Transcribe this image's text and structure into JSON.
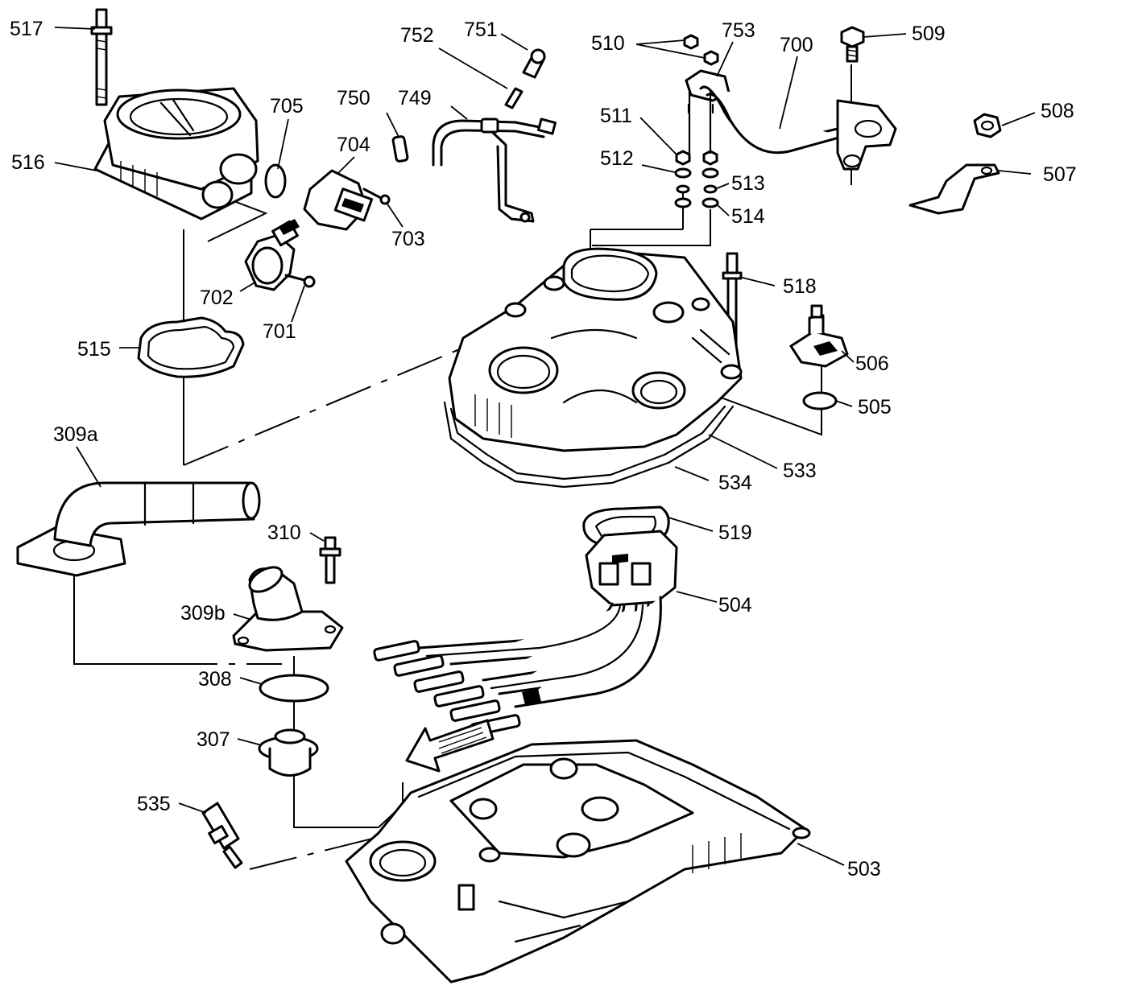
{
  "diagram": {
    "callouts": [
      {
        "id": "c517",
        "label": "517"
      },
      {
        "id": "c516",
        "label": "516"
      },
      {
        "id": "c705",
        "label": "705"
      },
      {
        "id": "c704",
        "label": "704"
      },
      {
        "id": "c703",
        "label": "703"
      },
      {
        "id": "c702",
        "label": "702"
      },
      {
        "id": "c701",
        "label": "701"
      },
      {
        "id": "c515",
        "label": "515"
      },
      {
        "id": "c750",
        "label": "750"
      },
      {
        "id": "c749",
        "label": "749"
      },
      {
        "id": "c752",
        "label": "752"
      },
      {
        "id": "c751",
        "label": "751"
      },
      {
        "id": "c510",
        "label": "510"
      },
      {
        "id": "c753",
        "label": "753"
      },
      {
        "id": "c700",
        "label": "700"
      },
      {
        "id": "c509",
        "label": "509"
      },
      {
        "id": "c508",
        "label": "508"
      },
      {
        "id": "c507",
        "label": "507"
      },
      {
        "id": "c511",
        "label": "511"
      },
      {
        "id": "c512",
        "label": "512"
      },
      {
        "id": "c513",
        "label": "513"
      },
      {
        "id": "c514",
        "label": "514"
      },
      {
        "id": "c518",
        "label": "518"
      },
      {
        "id": "c506",
        "label": "506"
      },
      {
        "id": "c505",
        "label": "505"
      },
      {
        "id": "c533",
        "label": "533"
      },
      {
        "id": "c534",
        "label": "534"
      },
      {
        "id": "c519",
        "label": "519"
      },
      {
        "id": "c504",
        "label": "504"
      },
      {
        "id": "c309a",
        "label": "309a"
      },
      {
        "id": "c310",
        "label": "310"
      },
      {
        "id": "c309b",
        "label": "309b"
      },
      {
        "id": "c308",
        "label": "308"
      },
      {
        "id": "c307",
        "label": "307"
      },
      {
        "id": "c535",
        "label": "535"
      },
      {
        "id": "c503",
        "label": "503"
      }
    ]
  }
}
